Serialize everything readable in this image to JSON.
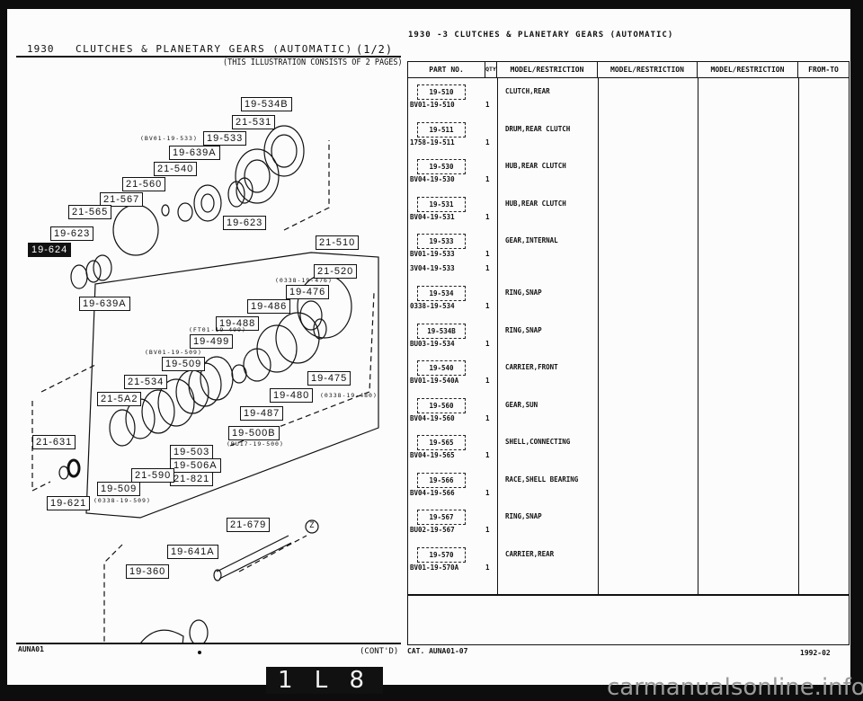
{
  "left_page": {
    "section_code": "1930",
    "title": "CLUTCHES & PLANETARY GEARS (AUTOMATIC)",
    "page_indicator": "(1/2)",
    "illustration_note": "(THIS ILLUSTRATION CONSISTS OF  2 PAGES)",
    "footer_code": "AUNA01",
    "footer_cont": "(CONT'D)",
    "diagram": {
      "labels": [
        "19-534B",
        "21-531",
        "19-533",
        "19-639A",
        "21-540",
        "21-560",
        "21-567",
        "21-565",
        "19-623",
        "19-624",
        "19-623",
        "19-639A",
        "21-510",
        "21-520",
        "19-476",
        "19-486",
        "19-488",
        "19-499",
        "19-509",
        "21-534",
        "21-5A2",
        "19-475",
        "19-480",
        "19-487",
        "19-500B",
        "19-503",
        "19-506A",
        "21-821",
        "21-590",
        "19-509",
        "21-631",
        "19-621",
        "21-679",
        "19-641A",
        "19-360"
      ],
      "notes": {
        "n533": "(BV01-19-533)",
        "n476": "(0338-19-476)",
        "n499": "(FT01-19-499)",
        "n509": "(BV01-19-509)",
        "n480": "(0338-19-480)",
        "n500": "(BU17-19-500)",
        "n509b": "(0338-19-509)"
      },
      "callout": "Z"
    }
  },
  "right_page": {
    "header": "1930 -3    CLUTCHES & PLANETARY GEARS (AUTOMATIC)",
    "table": {
      "columns": [
        "PART NO.",
        "QTY",
        "MODEL/RESTRICTION",
        "MODEL/RESTRICTION",
        "MODEL/RESTRICTION",
        "FROM-TO"
      ],
      "rows": [
        {
          "ref": "19-510",
          "desc": "CLUTCH,REAR",
          "parts": [
            {
              "pn": "BV01-19-510",
              "qty": "1"
            }
          ]
        },
        {
          "ref": "19-511",
          "desc": "DRUM,REAR CLUTCH",
          "parts": [
            {
              "pn": "1758-19-511",
              "qty": "1"
            }
          ]
        },
        {
          "ref": "19-530",
          "desc": "HUB,REAR CLUTCH",
          "parts": [
            {
              "pn": "BV04-19-530",
              "qty": "1"
            }
          ]
        },
        {
          "ref": "19-531",
          "desc": "HUB,REAR CLUTCH",
          "parts": [
            {
              "pn": "BV04-19-531",
              "qty": "1"
            }
          ]
        },
        {
          "ref": "19-533",
          "desc": "GEAR,INTERNAL",
          "parts": [
            {
              "pn": "BV01-19-533",
              "qty": "1"
            },
            {
              "pn": "3V04-19-533",
              "qty": "1"
            }
          ]
        },
        {
          "ref": "19-534",
          "desc": "RING,SNAP",
          "parts": [
            {
              "pn": "0338-19-534",
              "qty": "1"
            }
          ]
        },
        {
          "ref": "19-534B",
          "desc": "RING,SNAP",
          "parts": [
            {
              "pn": "BU03-19-534",
              "qty": "1"
            }
          ]
        },
        {
          "ref": "19-540",
          "desc": "CARRIER,FRONT",
          "parts": [
            {
              "pn": "BV01-19-540A",
              "qty": "1"
            }
          ]
        },
        {
          "ref": "19-560",
          "desc": "GEAR,SUN",
          "parts": [
            {
              "pn": "BV04-19-560",
              "qty": "1"
            }
          ]
        },
        {
          "ref": "19-565",
          "desc": "SHELL,CONNECTING",
          "parts": [
            {
              "pn": "BV04-19-565",
              "qty": "1"
            }
          ]
        },
        {
          "ref": "19-566",
          "desc": "RACE,SHELL BEARING",
          "parts": [
            {
              "pn": "BV04-19-566",
              "qty": "1"
            }
          ]
        },
        {
          "ref": "19-567",
          "desc": "RING,SNAP",
          "parts": [
            {
              "pn": "BU02-19-567",
              "qty": "1"
            }
          ]
        },
        {
          "ref": "19-570",
          "desc": "CARRIER,REAR",
          "parts": [
            {
              "pn": "BV01-19-570A",
              "qty": "1"
            }
          ]
        }
      ]
    },
    "footer_cat": "CAT. AUNA01-07",
    "footer_date": "1992-02"
  },
  "film_marker": "1 L 8",
  "watermark": "carmanualsonline.info"
}
